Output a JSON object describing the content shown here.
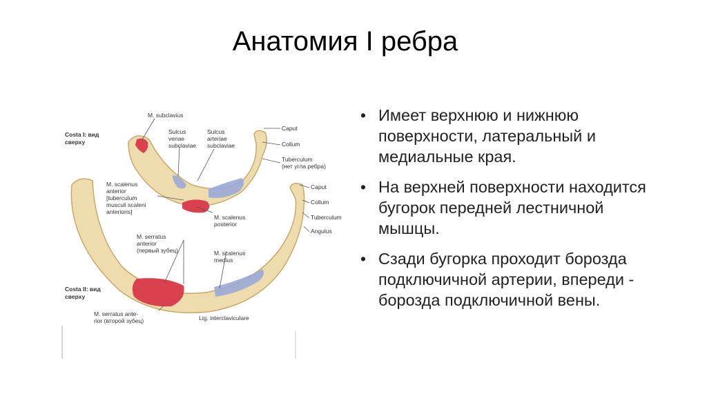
{
  "slide": {
    "title": "Анатомия I ребра",
    "bullets": [
      "Имеет верхнюю и нижнюю поверхности, латеральный и медиальные края.",
      "На верхней поверхности находится бугорок передней лестничной мышцы.",
      "Сзади бугорка проходит борозда подключичной артерии, впереди - борозда подключичной вены."
    ],
    "bullet_glyph": "•"
  },
  "figure": {
    "labels": {
      "costa1_line1": "Costa I: вид",
      "costa1_line2": "сверху",
      "costa2_line1": "Costa II: вид",
      "costa2_line2": "сверху",
      "m_subclavius": "M. subclavius",
      "sulcus_venae_1": "Sulcus",
      "sulcus_venae_2": "venae",
      "sulcus_venae_3": "subclaviae",
      "sulcus_art_1": "Sulcus",
      "sulcus_art_2": "arteriae",
      "sulcus_art_3": "subclaviae",
      "caput1": "Caput",
      "collum1": "Collum",
      "tuberculum1": "Tuberculum",
      "tuberculum1_note": "(нет угла ребра)",
      "scalenus_ant_1": "M. scalenus",
      "scalenus_ant_2": "anterior",
      "scalenus_ant_3": "[tuberculum",
      "scalenus_ant_4": "musculi scaleni",
      "scalenus_ant_5": "anterioris]",
      "caput2": "Caput",
      "collum2": "Collum",
      "tuberculum2": "Tuberculum",
      "angulus": "Angulus",
      "scalenus_post_1": "M. scalenus",
      "scalenus_post_2": "posterior",
      "serratus1_1": "M. serratus",
      "serratus1_2": "anterior",
      "serratus1_3": "(первый зубец)",
      "scalenus_med_1": "M. scalenus",
      "scalenus_med_2": "medius",
      "serratus2_1": "M. serratus ante-",
      "serratus2_2": "rior (второй зубец)",
      "lig_intercl": "Lig. interclaviculare"
    },
    "colors": {
      "bone": "#efdcae",
      "bone_edge": "#c9a86a",
      "muscle_red": "#d9414e",
      "groove_blue": "#9aa8d6"
    }
  }
}
